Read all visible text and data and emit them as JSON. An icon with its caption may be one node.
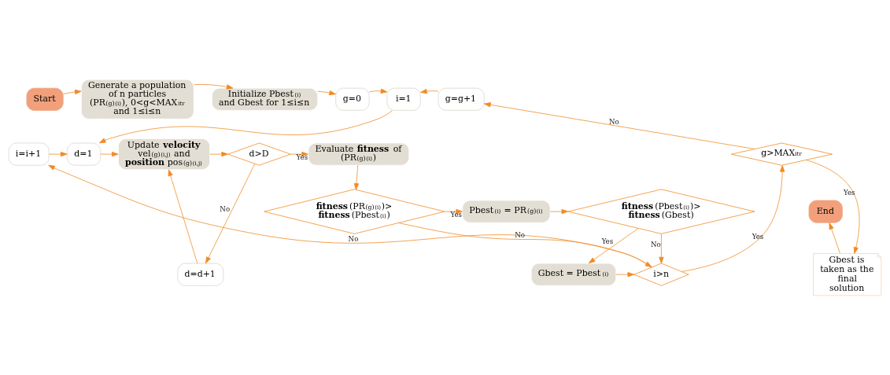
{
  "diagram": {
    "nodes": [
      {
        "text": [
          "Start"
        ]
      },
      {
        "text": [
          "Generate a population of n particles (PR$^{(g)}$$_{(i)}$), 0<g<MAX$_{itr}$ and 1≤i≤n"
        ]
      },
      {
        "text": [
          "Initialize Pbest$_{(i)}$ and Gbest for 1≤i≤n"
        ]
      },
      {
        "text": [
          "g=0"
        ]
      },
      {
        "text": [
          "i=1"
        ]
      },
      {
        "text": [
          "g=g+1"
        ]
      },
      {
        "text": [
          "Update **velocity** vel$^{(g)}$$_{(i,j)}$ and **position** pos$^{(g)}$$_{(i,j)}$"
        ]
      },
      {
        "text": [
          "d=1"
        ]
      },
      {
        "text": [
          "i=i+1"
        ]
      },
      {
        "text": [
          "g>MAX$_{itr}$"
        ]
      },
      {
        "text": [
          "Evaluate **fitness** of (PR$^{(g)}$$_{(i)}$)"
        ]
      },
      {
        "text": [
          "d>D"
        ]
      },
      {
        "text": [
          "d=d+1"
        ]
      },
      {
        "text": [
          "Gbest = Pbest$_{(i)}$"
        ]
      },
      {
        "text": [
          "i>n"
        ]
      },
      {
        "text": [
          "**fitness**(PR$^{(g)}$$_{(i)}$)> **fitness**(Pbest$_{(i)}$)"
        ]
      },
      {
        "text": [
          "Pbest$_{(i)}$ = PR$^{(g)}$$_{(i)}$"
        ]
      },
      {
        "text": [
          "**fitness**(Pbest$_{(i)}$)> **fitness**(Gbest)"
        ]
      },
      {
        "text": [
          "Gbest is taken as the final solution"
        ]
      },
      {
        "text": [
          "End"
        ]
      }
    ],
    "edges": [
      {
        "from": 0,
        "to": 1,
        "arrow": "to"
      },
      {
        "from": 1,
        "to": 2,
        "arrow": "to"
      },
      {
        "from": 2,
        "to": 3,
        "arrow": "to"
      },
      {
        "from": 3,
        "to": 4,
        "arrow": "to"
      },
      {
        "from": 5,
        "to": 4,
        "arrow": "to"
      },
      {
        "from": 4,
        "to": 7,
        "arrow": "to"
      },
      {
        "from": 8,
        "to": 7,
        "arrow": "to"
      },
      {
        "from": 7,
        "to": 6,
        "arrow": "to"
      },
      {
        "from": 6,
        "to": 11,
        "arrow": "to"
      },
      {
        "from": 11,
        "to": 10,
        "arrow": "to",
        "label": "Yes"
      },
      {
        "from": 11,
        "to": 12,
        "arrow": "to",
        "label": "No"
      },
      {
        "from": 12,
        "to": 6,
        "arrow": "to"
      },
      {
        "from": 10,
        "to": 15,
        "arrow": "to"
      },
      {
        "from": 15,
        "to": 16,
        "arrow": "to",
        "label": "Yes"
      },
      {
        "from": 15,
        "to": 14,
        "arrow": "to",
        "label": "No"
      },
      {
        "from": 16,
        "to": 17,
        "arrow": "to"
      },
      {
        "from": 17,
        "to": 13,
        "arrow": "to",
        "label": "Yes"
      },
      {
        "from": 17,
        "to": 14,
        "arrow": "to",
        "label": "No"
      },
      {
        "from": 13,
        "to": 14,
        "arrow": "to"
      },
      {
        "from": 14,
        "to": 8,
        "arrow": "to",
        "label": "No"
      },
      {
        "from": 14,
        "to": 9,
        "arrow": "to",
        "label": "Yes"
      },
      {
        "from": 9,
        "to": 5,
        "arrow": "to",
        "label": "No"
      },
      {
        "from": 9,
        "to": 18,
        "arrow": "to",
        "label": "Yes"
      },
      {
        "from": 18,
        "to": 19,
        "arrow": "to"
      }
    ]
  }
}
